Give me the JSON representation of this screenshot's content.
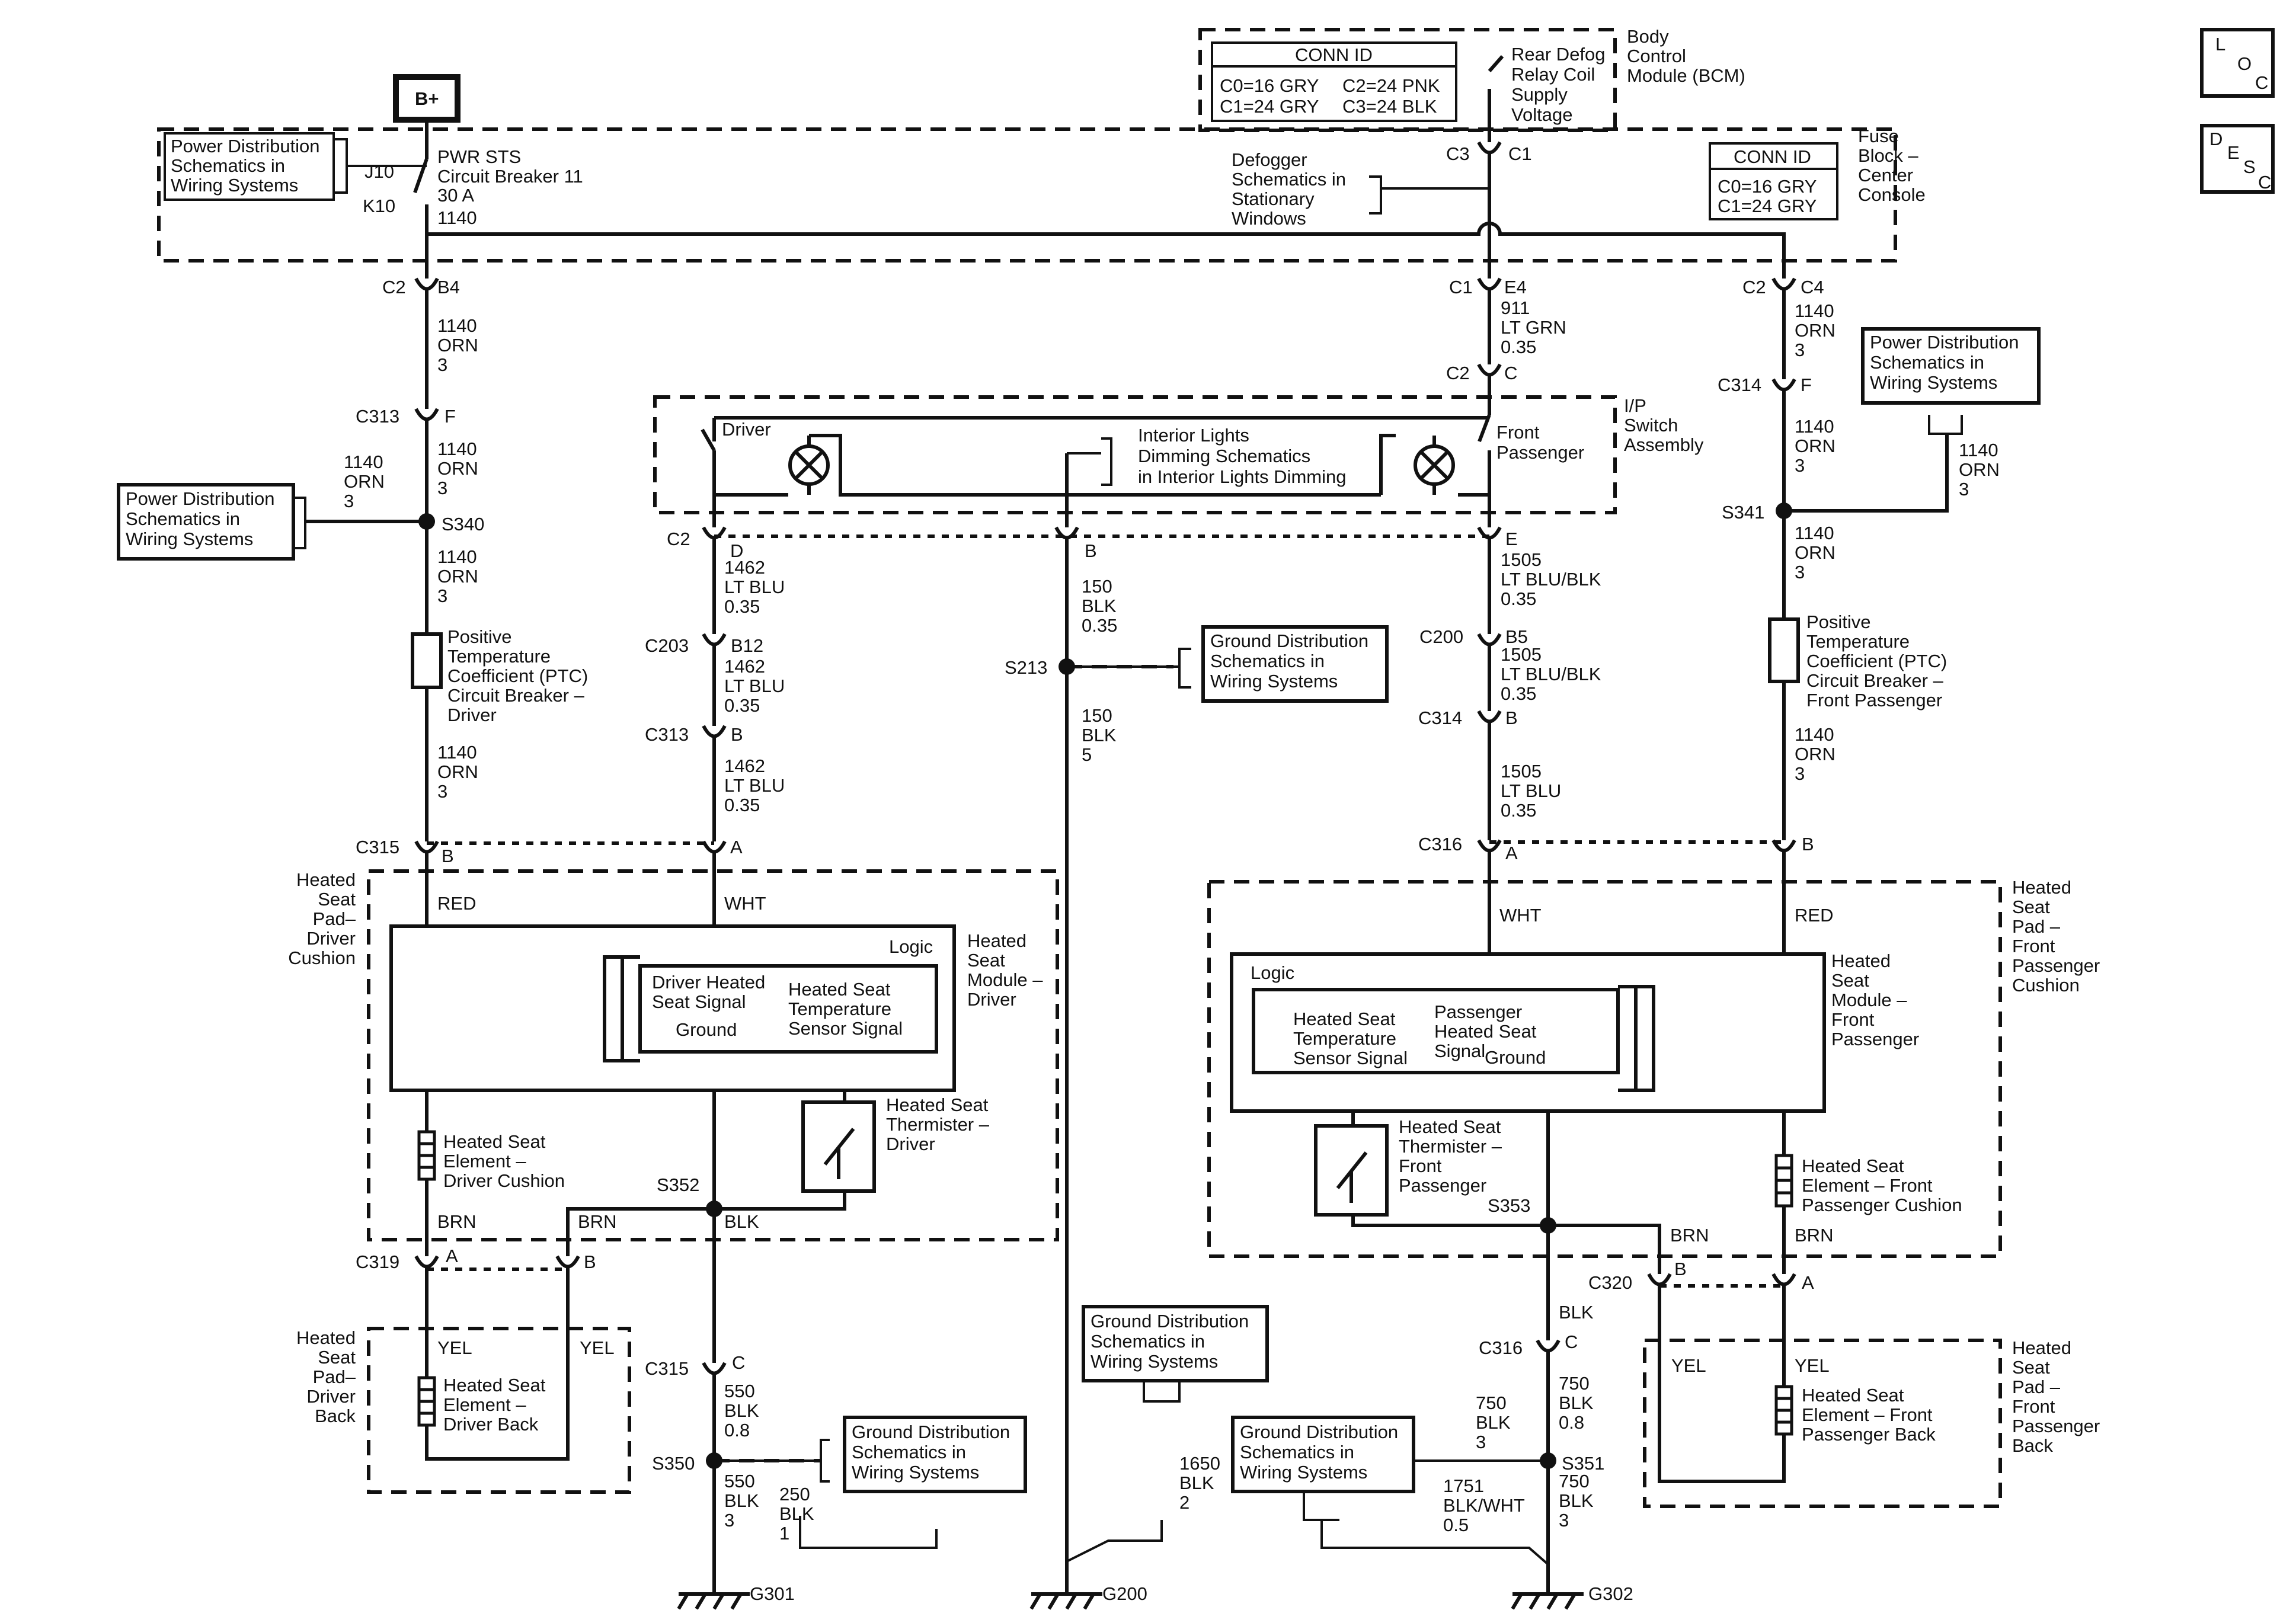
{
  "top": {
    "battery": "B+",
    "pwr_sts": "PWR STS",
    "circuit_breaker": "Circuit Breaker 11",
    "rating": "30 A",
    "wire_1140": "1140",
    "j10": "J10",
    "k10": "K10"
  },
  "refs": {
    "pwr_dist_top": [
      "Power Distribution",
      "Schematics in",
      "Wiring Systems"
    ],
    "pwr_dist_left": [
      "Power Distribution",
      "Schematics in",
      "Wiring Systems"
    ],
    "pwr_dist_right": [
      "Power Distribution",
      "Schematics in",
      "Wiring Systems"
    ],
    "defogger": [
      "Defogger",
      "Schematics in",
      "Stationary",
      "Windows"
    ],
    "ground_s213": [
      "Ground Distribution",
      "Schematics in",
      "Wiring Systems"
    ],
    "ground_s350": [
      "Ground Distribution",
      "Schematics in",
      "Wiring Systems"
    ],
    "ground_g200": [
      "Ground Distribution",
      "Schematics in",
      "Wiring Systems"
    ],
    "ground_s351": [
      "Ground Distribution",
      "Schematics in",
      "Wiring Systems"
    ],
    "dimming": [
      "Interior Lights",
      "Dimming Schematics",
      "in Interior Lights Dimming"
    ]
  },
  "bcm": {
    "conn_title": "CONN ID",
    "conn": [
      "C0=16 GRY",
      "C2=24 PNK",
      "C1=24 GRY",
      "C3=24 BLK"
    ],
    "relay": [
      "Rear Defog",
      "Relay Coil",
      "Supply",
      "Voltage"
    ],
    "name": [
      "Body",
      "Control",
      "Module (BCM)"
    ]
  },
  "fuse_block": {
    "conn_title": "CONN ID",
    "conn": [
      "C0=16 GRY",
      "C1=24 GRY"
    ],
    "name": [
      "Fuse",
      "Block –",
      "Center",
      "Console"
    ]
  },
  "ip_switch": {
    "name": [
      "I/P",
      "Switch",
      "Assembly"
    ],
    "driver": "Driver",
    "front_passenger": [
      "Front",
      "Passenger"
    ]
  },
  "wires": {
    "w1140_orn_3": [
      "1140",
      "ORN",
      "3"
    ],
    "w911": [
      "911",
      "LT GRN",
      "0.35"
    ],
    "w1462": [
      "1462",
      "LT BLU",
      "0.35"
    ],
    "w150_035": [
      "150",
      "BLK",
      "0.35"
    ],
    "w150_5": [
      "150",
      "BLK",
      "5"
    ],
    "w1505_bb": [
      "1505",
      "LT BLU/BLK",
      "0.35"
    ],
    "w1505_lb": [
      "1505",
      "LT BLU",
      "0.35"
    ],
    "w550_08": [
      "550",
      "BLK",
      "0.8"
    ],
    "w550_3": [
      "550",
      "BLK",
      "3"
    ],
    "w250": [
      "250",
      "BLK",
      "1"
    ],
    "w1650": [
      "1650",
      "BLK",
      "2"
    ],
    "w750_3": [
      "750",
      "BLK",
      "3"
    ],
    "w750_08": [
      "750",
      "BLK",
      "0.8"
    ],
    "w1751": [
      "1751",
      "BLK/WHT",
      "0.5"
    ]
  },
  "connectors": {
    "c2": "C2",
    "c1": "C1",
    "c3": "C3",
    "b4": "B4",
    "e4": "E4",
    "c4": "C4",
    "c": "C",
    "f": "F",
    "c313": "C313",
    "c314": "C314",
    "d": "D",
    "b": "B",
    "e": "E",
    "a": "A",
    "c203": "C203",
    "b12": "B12",
    "c200": "C200",
    "b5": "B5",
    "c315": "C315",
    "c316": "C316",
    "c319": "C319",
    "c320": "C320"
  },
  "splices": {
    "s340": "S340",
    "s341": "S341",
    "s213": "S213",
    "s352": "S352",
    "s353": "S353",
    "s350": "S350",
    "s351": "S351"
  },
  "grounds": {
    "g301": "G301",
    "g200": "G200",
    "g302": "G302"
  },
  "ptc_driver": [
    "Positive",
    "Temperature",
    "Coefficient (PTC)",
    "Circuit Breaker –",
    "Driver"
  ],
  "ptc_pass": [
    "Positive",
    "Temperature",
    "Coefficient (PTC)",
    "Circuit Breaker –",
    "Front Passenger"
  ],
  "colors": {
    "red": "RED",
    "wht": "WHT",
    "brn": "BRN",
    "blk": "BLK",
    "yel": "YEL"
  },
  "driver_module": {
    "logic": "Logic",
    "name": [
      "Heated",
      "Seat",
      "Module –",
      "Driver"
    ],
    "signal": [
      "Driver Heated",
      "Seat Signal"
    ],
    "ground": "Ground",
    "temp_signal": [
      "Heated Seat",
      "Temperature",
      "Sensor Signal"
    ]
  },
  "pass_module": {
    "logic": "Logic",
    "name": [
      "Heated",
      "Seat",
      "Module –",
      "Front",
      "Passenger"
    ],
    "signal": [
      "Passenger",
      "Heated Seat",
      "Signal"
    ],
    "ground": "Ground",
    "temp_signal": [
      "Heated Seat",
      "Temperature",
      "Sensor Signal"
    ]
  },
  "pad_driver_cushion": [
    "Heated",
    "Seat",
    "Pad–",
    "Driver",
    "Cushion"
  ],
  "pad_driver_back": [
    "Heated",
    "Seat",
    "Pad–",
    "Driver",
    "Back"
  ],
  "pad_pass_cushion": [
    "Heated",
    "Seat",
    "Pad –",
    "Front",
    "Passenger",
    "Cushion"
  ],
  "pad_pass_back": [
    "Heated",
    "Seat",
    "Pad –",
    "Front",
    "Passenger",
    "Back"
  ],
  "elem_driver_cushion": [
    "Heated Seat",
    "Element –",
    "Driver Cushion"
  ],
  "elem_driver_back": [
    "Heated Seat",
    "Element –",
    "Driver Back"
  ],
  "elem_pass_cushion": [
    "Heated Seat",
    "Element – Front",
    "Passenger Cushion"
  ],
  "elem_pass_back": [
    "Heated Seat",
    "Element – Front",
    "Passenger Back"
  ],
  "therm_driver": [
    "Heated Seat",
    "Thermister –",
    "Driver"
  ],
  "therm_pass": [
    "Heated Seat",
    "Thermister –",
    "Front",
    "Passenger"
  ],
  "side_tabs": {
    "loc": [
      "L",
      "O",
      "C"
    ],
    "desc": [
      "D",
      "E",
      "S",
      "C"
    ]
  }
}
